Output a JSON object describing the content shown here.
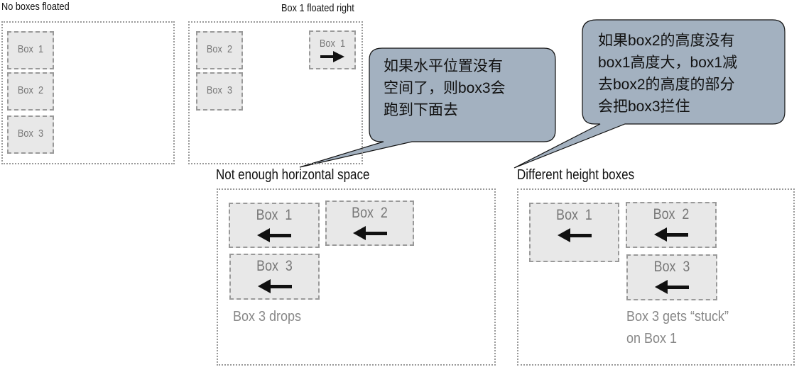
{
  "panels": {
    "no_float": {
      "title": "No boxes floated",
      "boxes": [
        "Box  1",
        "Box  2",
        "Box  3"
      ]
    },
    "float_right": {
      "title": "Box 1 floated right",
      "boxes": [
        "Box  1",
        "Box  2",
        "Box  3"
      ]
    },
    "not_enough": {
      "title": "Not enough horizontal space",
      "boxes": [
        "Box  1",
        "Box  2",
        "Box  3"
      ],
      "note": "Box 3 drops"
    },
    "different": {
      "title": "Different height boxes",
      "boxes": [
        "Box  1",
        "Box  2",
        "Box  3"
      ],
      "note_line1": "Box 3 gets “stuck”",
      "note_line2": "on Box 1"
    }
  },
  "callouts": {
    "first": {
      "lines": [
        "如果水平位置没有",
        "空间了，则box3会",
        "跑到下面去"
      ]
    },
    "second": {
      "lines": [
        "如果box2的高度没有",
        "box1高度大，box1减",
        "去box2的高度的部分",
        "会把box3拦住"
      ]
    }
  },
  "colors": {
    "callout_fill": "#a3b1c0",
    "box_fill": "#e8e8e8",
    "border": "#999999"
  }
}
